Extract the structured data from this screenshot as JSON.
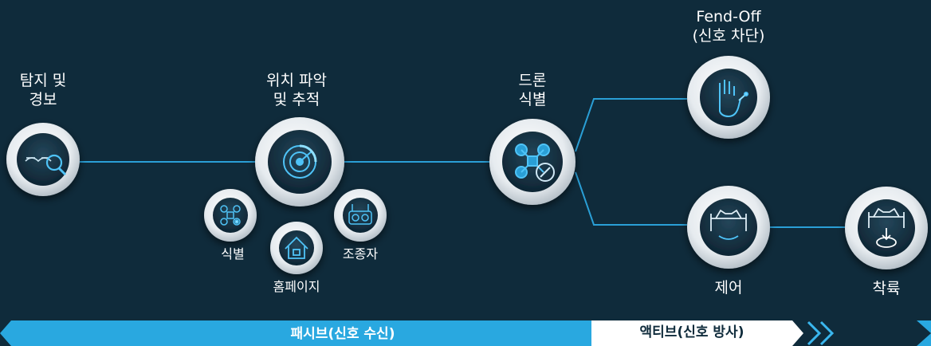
{
  "nodes": {
    "detect": {
      "label": "탐지 및\n경보",
      "icon": "drone-magnifier-icon"
    },
    "locate": {
      "label": "위치 파악\n및 추적",
      "icon": "radar-icon"
    },
    "identify": {
      "label": "드론\n식별",
      "icon": "drone-target-icon"
    },
    "fendoff": {
      "label": "Fend-Off\n(신호 차단)",
      "icon": "hand-stop-icon"
    },
    "control": {
      "label": "제어",
      "icon": "drone-control-icon"
    },
    "landing": {
      "label": "착륙",
      "icon": "drone-landing-icon"
    },
    "sub_identify": {
      "label": "식별",
      "icon": "quadcopter-icon"
    },
    "sub_home": {
      "label": "홈페이지",
      "icon": "home-icon"
    },
    "sub_pilot": {
      "label": "조종자",
      "icon": "remote-controller-icon"
    }
  },
  "bars": {
    "passive": {
      "label": "패시브(신호 수신)",
      "color": "#29a8e0"
    },
    "active": {
      "label": "액티브(신호 방사)",
      "color": "#ffffff"
    }
  },
  "colors": {
    "background": "#0f2b3b",
    "connector": "#2a9fd6",
    "icon_stroke": "#4fc3f7"
  }
}
